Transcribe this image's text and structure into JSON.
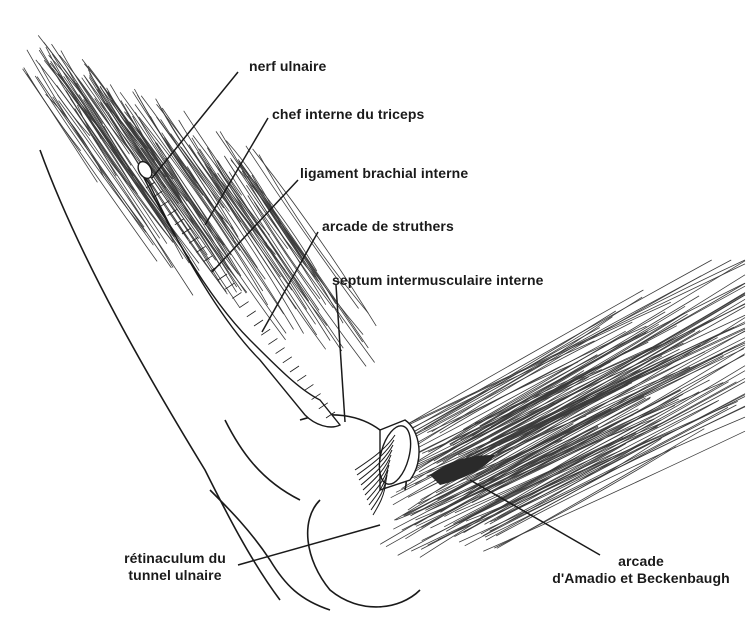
{
  "labels": {
    "nerf_ulnaire": "nerf ulnaire",
    "chef_interne": "chef interne du triceps",
    "ligament_brachial": "ligament brachial interne",
    "arcade_struthers": "arcade de struthers",
    "septum": "septum intermusculaire interne",
    "retinaculum_line1": "rétinaculum du",
    "retinaculum_line2": "tunnel ulnaire",
    "arcade_amadio_line1": "arcade",
    "arcade_amadio_line2": "d'Amadio et Beckenbaugh"
  },
  "colors": {
    "ink": "#1a1a1a",
    "paper": "#ffffff",
    "shade": "#6b6b6b"
  }
}
